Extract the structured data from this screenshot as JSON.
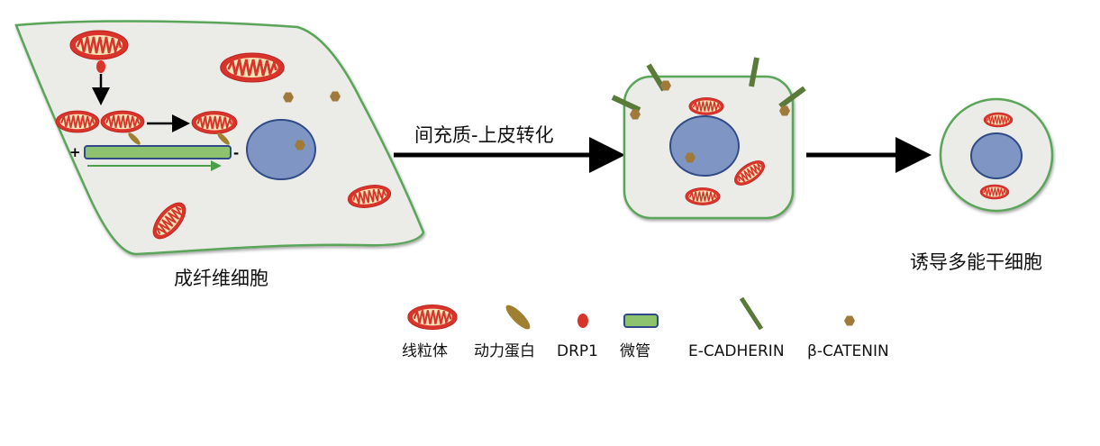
{
  "cells": {
    "fibroblast_label": "成纤维细胞",
    "ipsc_label": "诱导多能干细胞"
  },
  "process": {
    "met_label": "间充质-上皮转化"
  },
  "microtubule": {
    "plus": "+",
    "minus": "-"
  },
  "legend": {
    "items": [
      {
        "icon": "mitochondrion-icon",
        "label": "线粒体"
      },
      {
        "icon": "dynein-icon",
        "label": "动力蛋白"
      },
      {
        "icon": "drp1-icon",
        "label": "DRP1"
      },
      {
        "icon": "microtubule-icon",
        "label": "微管"
      },
      {
        "icon": "e-cadherin-icon",
        "label": "E-CADHERIN"
      },
      {
        "icon": "beta-catenin-icon",
        "label": "β-CATENIN"
      }
    ]
  },
  "colors": {
    "cell_fill": "#ebebe8",
    "cell_border": "#5aa55a",
    "mito_fill": "#d9342b",
    "mito_inner": "#f8e6b8",
    "nucleus": "#7f96c4",
    "nucleus_border": "#2f4a86",
    "microtubule": "#8dc26f",
    "e_cadherin": "#5a7a3a",
    "beta_catenin": "#a07a3a",
    "dynein": "#a08030",
    "drp1": "#d9342b"
  }
}
